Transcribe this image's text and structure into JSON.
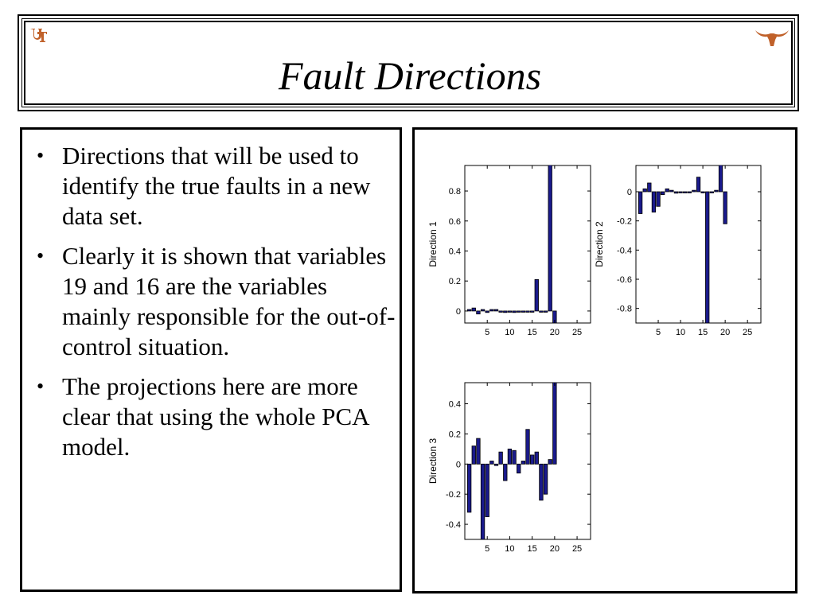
{
  "slide": {
    "title": "Fault Directions",
    "bullets": [
      "Directions that will be used to identify the true faults in a new data set.",
      "Clearly it is shown that variables 19 and 16 are the variables mainly responsible for the out-of-control situation.",
      "The projections here are more clear that using the whole PCA model."
    ],
    "bullet_glyph": "•",
    "logos": {
      "left": "ut-logo-icon",
      "right": "longhorn-icon",
      "accent_color": "#c0612a"
    }
  },
  "chart_data": [
    {
      "type": "bar",
      "ylabel": "Direction 1",
      "x": [
        1,
        2,
        3,
        4,
        5,
        6,
        7,
        8,
        9,
        10,
        11,
        12,
        13,
        14,
        15,
        16,
        17,
        18,
        19,
        20
      ],
      "values": [
        0.01,
        0.02,
        -0.02,
        0.01,
        -0.01,
        0.01,
        0.01,
        0,
        -0.01,
        0,
        -0.01,
        0,
        0,
        0,
        0,
        0.21,
        0,
        0,
        1.0,
        -0.08
      ],
      "xlim": [
        0,
        28
      ],
      "ylim": [
        -0.08,
        0.97
      ],
      "xticks": [
        5,
        10,
        15,
        20,
        25
      ],
      "yticks": [
        0,
        0.2,
        0.4,
        0.6,
        0.8
      ],
      "bar_color": "#1a1a8c"
    },
    {
      "type": "bar",
      "ylabel": "Direction 2",
      "x": [
        1,
        2,
        3,
        4,
        5,
        6,
        7,
        8,
        9,
        10,
        11,
        12,
        13,
        14,
        15,
        16,
        17,
        18,
        19,
        20
      ],
      "values": [
        -0.15,
        0.02,
        0.06,
        -0.14,
        -0.1,
        -0.02,
        0.02,
        0.01,
        -0.01,
        0,
        0,
        0,
        0.01,
        0.1,
        0,
        -0.9,
        0,
        0.01,
        0.2,
        -0.22
      ],
      "xlim": [
        0,
        28
      ],
      "ylim": [
        -0.9,
        0.18
      ],
      "xticks": [
        5,
        10,
        15,
        20,
        25
      ],
      "yticks": [
        0,
        -0.2,
        -0.4,
        -0.6,
        -0.8
      ],
      "bar_color": "#1a1a8c"
    },
    {
      "type": "bar",
      "ylabel": "Direction 3",
      "x": [
        1,
        2,
        3,
        4,
        5,
        6,
        7,
        8,
        9,
        10,
        11,
        12,
        13,
        14,
        15,
        16,
        17,
        18,
        19,
        20
      ],
      "values": [
        -0.32,
        0.12,
        0.17,
        -0.5,
        -0.35,
        0.02,
        -0.01,
        0.08,
        -0.11,
        0.1,
        0.09,
        -0.06,
        0.02,
        0.23,
        0.06,
        0.08,
        -0.24,
        -0.2,
        0.03,
        0.56
      ],
      "xlim": [
        0,
        28
      ],
      "ylim": [
        -0.5,
        0.54
      ],
      "xticks": [
        5,
        10,
        15,
        20,
        25
      ],
      "yticks": [
        0.4,
        0.2,
        0,
        -0.2,
        -0.4
      ],
      "bar_color": "#1a1a8c"
    }
  ]
}
